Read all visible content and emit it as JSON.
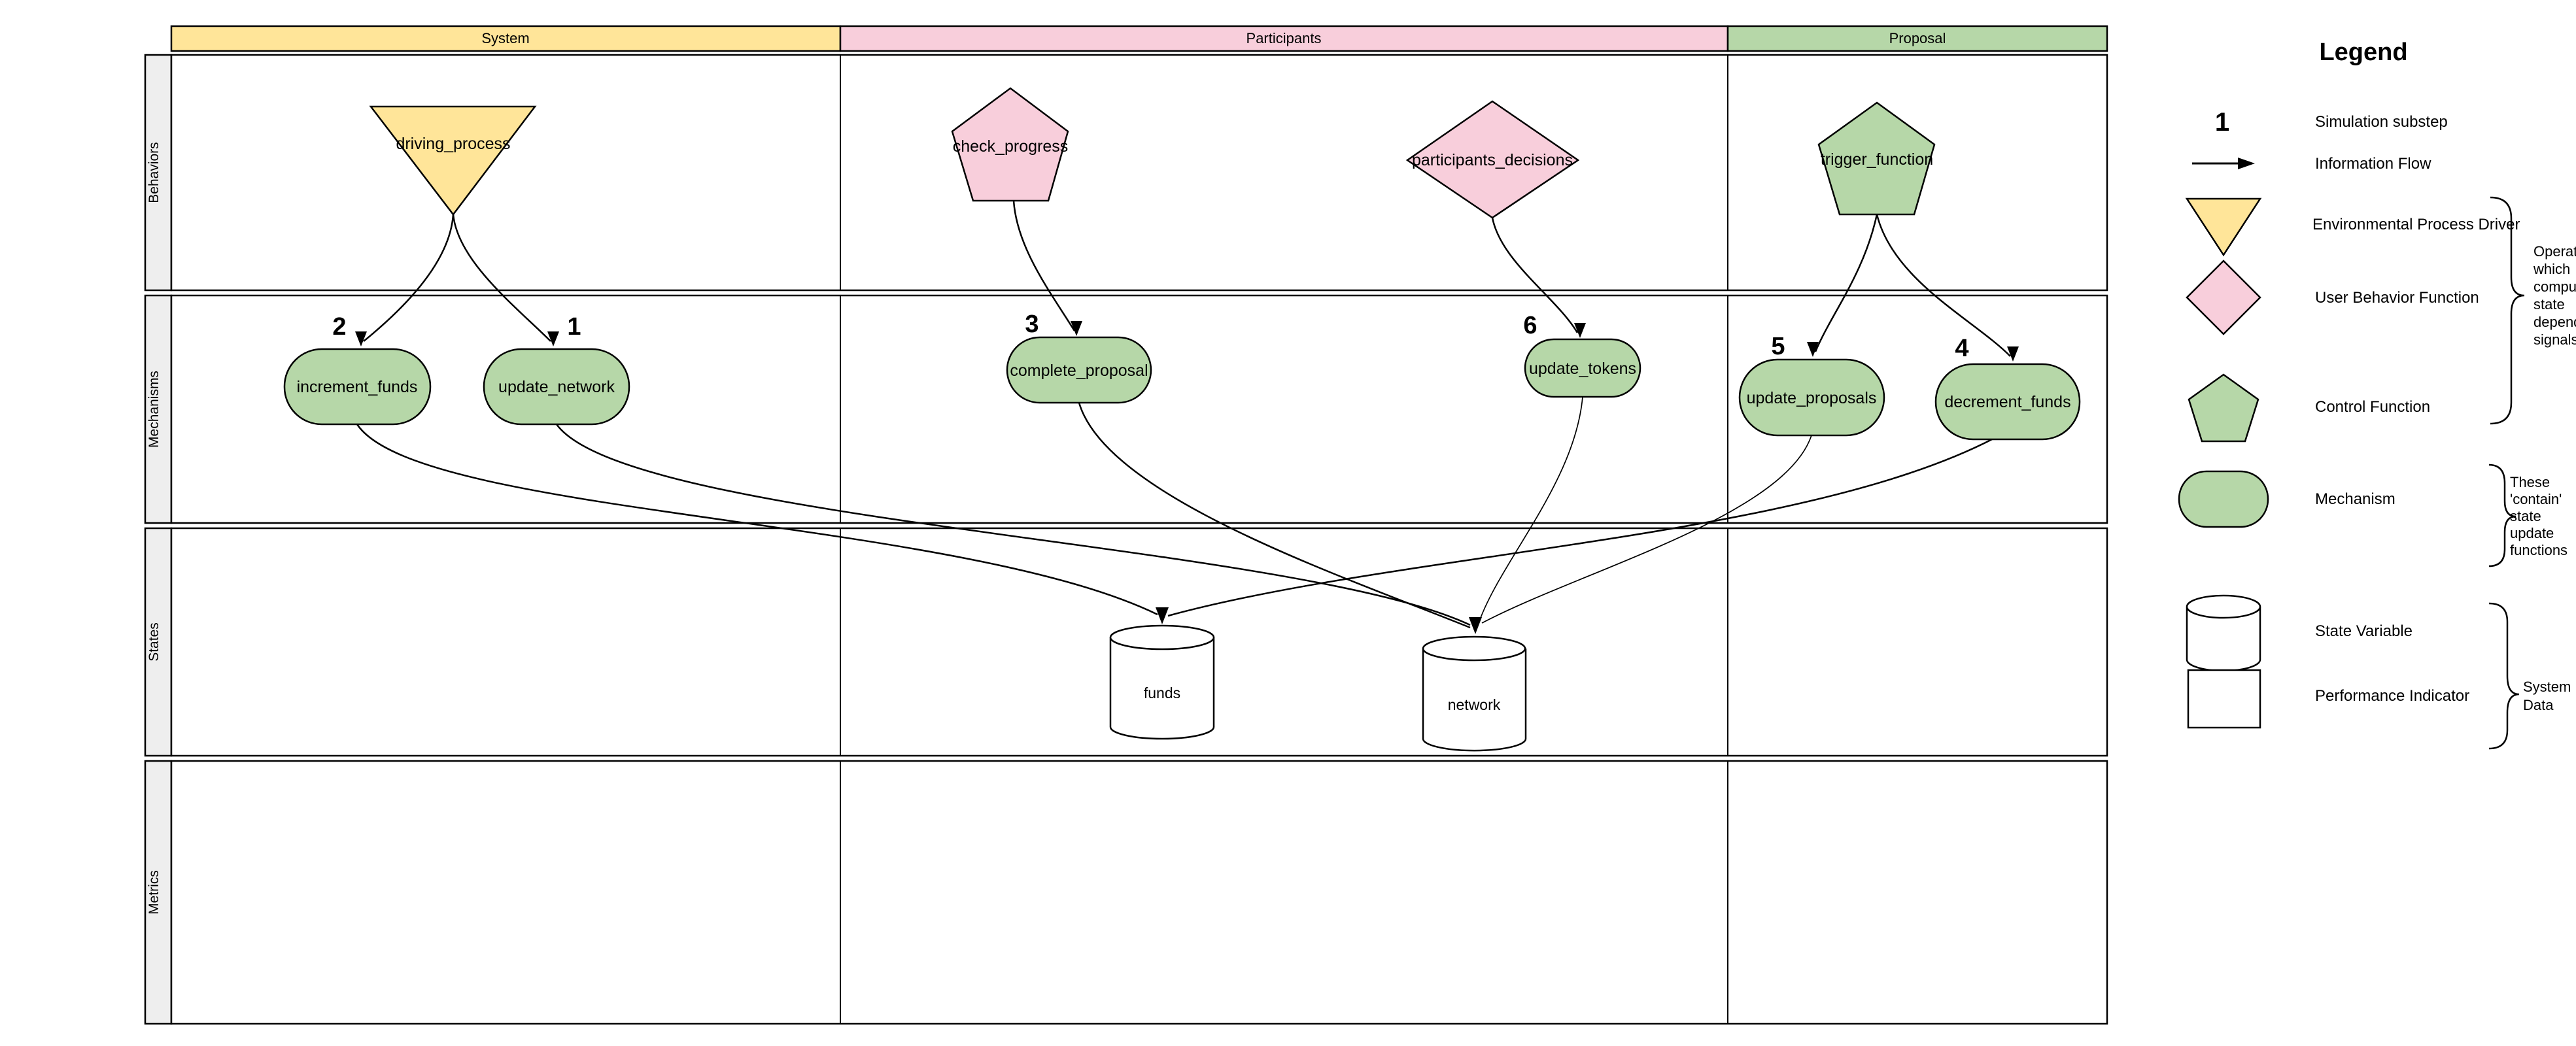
{
  "columns": [
    {
      "label": "System",
      "color": "#ffe599"
    },
    {
      "label": "Participants",
      "color": "#f8cedb"
    },
    {
      "label": "Proposal",
      "color": "#b6d7a8"
    }
  ],
  "rows": [
    {
      "label": "Behaviors"
    },
    {
      "label": "Mechanisms"
    },
    {
      "label": "States"
    },
    {
      "label": "Metrics"
    }
  ],
  "nodes": {
    "driving_process": {
      "label": "driving_process",
      "type": "environmental-process-driver",
      "color": "#ffe599"
    },
    "check_progress": {
      "label": "check_progress",
      "type": "user-behavior-function",
      "color": "#f8cedb"
    },
    "participants_decisions": {
      "label": "participants_decisions",
      "type": "user-behavior-function",
      "color": "#f8cedb"
    },
    "trigger_function": {
      "label": "trigger_function",
      "type": "control-function",
      "color": "#b6d7a8"
    },
    "increment_funds": {
      "label": "increment_funds",
      "substep": "2",
      "type": "mechanism",
      "color": "#b6d7a8"
    },
    "update_network": {
      "label": "update_network",
      "substep": "1",
      "type": "mechanism",
      "color": "#b6d7a8"
    },
    "complete_proposal": {
      "label": "complete_proposal",
      "substep": "3",
      "type": "mechanism",
      "color": "#b6d7a8"
    },
    "update_tokens": {
      "label": "update_tokens",
      "substep": "6",
      "type": "mechanism",
      "color": "#b6d7a8"
    },
    "update_proposals": {
      "label": "update_proposals",
      "substep": "5",
      "type": "mechanism",
      "color": "#b6d7a8"
    },
    "decrement_funds": {
      "label": "decrement_funds",
      "substep": "4",
      "type": "mechanism",
      "color": "#b6d7a8"
    },
    "funds": {
      "label": "funds",
      "type": "state-variable",
      "color": "#ffffff"
    },
    "network": {
      "label": "network",
      "type": "state-variable",
      "color": "#ffffff"
    }
  },
  "edges": [
    {
      "from": "driving_process",
      "to": "increment_funds"
    },
    {
      "from": "driving_process",
      "to": "update_network"
    },
    {
      "from": "check_progress",
      "to": "complete_proposal"
    },
    {
      "from": "participants_decisions",
      "to": "update_tokens"
    },
    {
      "from": "trigger_function",
      "to": "update_proposals"
    },
    {
      "from": "trigger_function",
      "to": "decrement_funds"
    },
    {
      "from": "increment_funds",
      "to": "funds"
    },
    {
      "from": "decrement_funds",
      "to": "funds"
    },
    {
      "from": "update_network",
      "to": "network"
    },
    {
      "from": "complete_proposal",
      "to": "network"
    },
    {
      "from": "update_tokens",
      "to": "network"
    },
    {
      "from": "update_proposals",
      "to": "network"
    }
  ],
  "legend": {
    "title": "Legend",
    "substep_icon": "1",
    "items": [
      {
        "icon": "substep-number",
        "label": "Simulation substep"
      },
      {
        "icon": "information-flow-arrow",
        "label": "Information Flow"
      },
      {
        "icon": "triangle-down",
        "label": "Environmental Process Driver"
      },
      {
        "icon": "diamond",
        "label": "User Behavior Function"
      },
      {
        "icon": "pentagon",
        "label": "Control Function"
      },
      {
        "icon": "stadium",
        "label": "Mechanism"
      },
      {
        "icon": "cylinder",
        "label": "State Variable"
      },
      {
        "icon": "square",
        "label": "Performance Indicator"
      }
    ],
    "annotations": {
      "operators": [
        "Operators",
        "which",
        "compute",
        "state",
        "dependent",
        "signals"
      ],
      "contain": [
        "These",
        "'contain'",
        "state",
        "update",
        "functions"
      ],
      "system_data": [
        "System",
        "Data"
      ]
    }
  },
  "colors": {
    "yellow": "#ffe599",
    "pink": "#f8cedb",
    "green": "#b6d7a8",
    "row_label_bg": "#eeeeee",
    "line": "#000000",
    "background": "#ffffff"
  }
}
